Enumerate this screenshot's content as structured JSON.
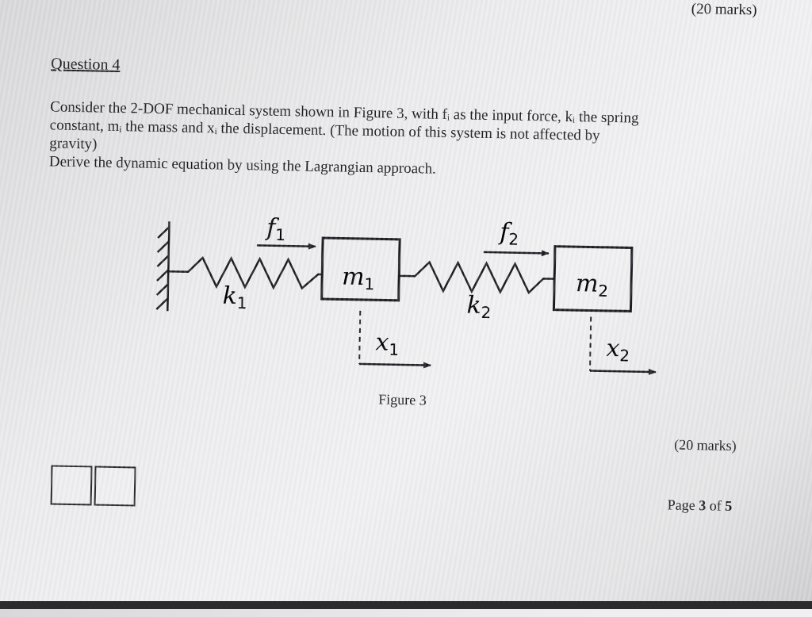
{
  "header": {
    "marks_top": "(20 marks)"
  },
  "question": {
    "title": "Question 4",
    "line1": "Consider the 2-DOF mechanical system shown in Figure 3, with fᵢ as the input force, kᵢ the spring",
    "line2": "constant, mᵢ the mass and xᵢ the displacement. (The motion of this system is not affected by",
    "line3": "gravity)",
    "line4": "Derive the dynamic equation by using the Lagrangian approach."
  },
  "figure": {
    "caption": "Figure 3",
    "labels": {
      "f1": {
        "main": "f",
        "sub": "1"
      },
      "f2": {
        "main": "f",
        "sub": "2"
      },
      "k1": {
        "main": "k",
        "sub": "1"
      },
      "k2": {
        "main": "k",
        "sub": "2"
      },
      "m1": {
        "main": "m",
        "sub": "1"
      },
      "m2": {
        "main": "m",
        "sub": "2"
      },
      "x1": {
        "main": "x",
        "sub": "1"
      },
      "x2": {
        "main": "x",
        "sub": "2"
      }
    }
  },
  "footer": {
    "marks": "(20 marks)",
    "page_prefix": "Page ",
    "page_current": "3",
    "page_of": " of ",
    "page_total": "5"
  }
}
